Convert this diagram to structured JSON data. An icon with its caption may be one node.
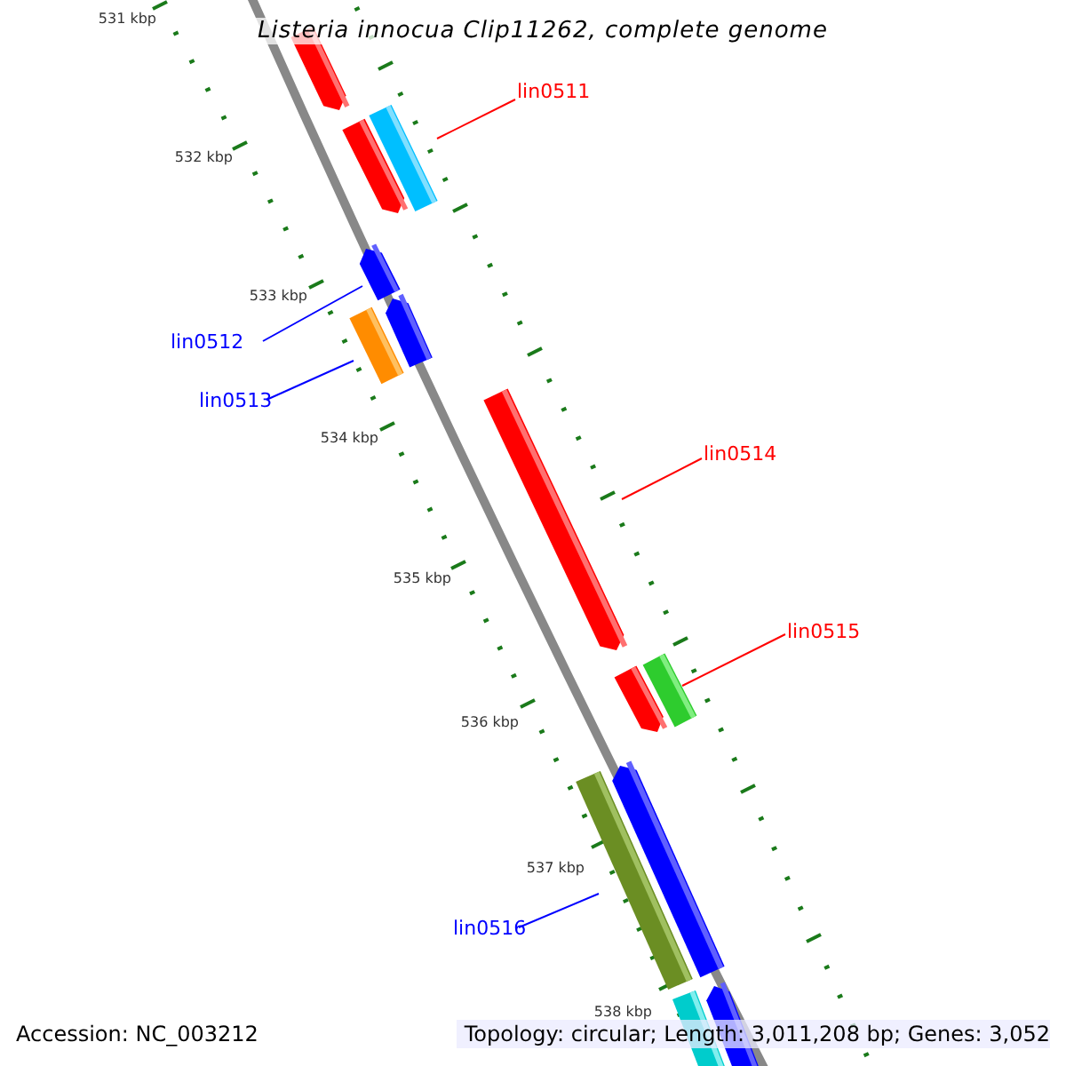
{
  "diagram": {
    "title": "Listeria innocua Clip11262, complete genome",
    "nodes": [
      {
        "text": [],
        "shape": "arrow"
      },
      {
        "text": [],
        "shape": "bar"
      },
      {
        "text": [],
        "shape": "arrow"
      },
      {
        "text": [],
        "shape": "arrow"
      },
      {
        "text": [],
        "shape": "arrow"
      },
      {
        "text": [],
        "shape": "bar"
      },
      {
        "text": [],
        "shape": "arrow"
      },
      {
        "text": [],
        "shape": "bar"
      },
      {
        "text": [],
        "shape": "arrow"
      },
      {
        "text": [],
        "shape": "arrow"
      },
      {
        "text": [],
        "shape": "bar"
      },
      {
        "text": [],
        "shape": "arrow"
      },
      {
        "text": [],
        "shape": "bar"
      },
      {
        "text": [
          "lin0511"
        ]
      },
      {
        "text": [
          "lin0512"
        ]
      },
      {
        "text": [
          "lin0513"
        ]
      },
      {
        "text": [
          "lin0514"
        ]
      },
      {
        "text": [
          "lin0515"
        ]
      },
      {
        "text": [
          "lin0516"
        ]
      }
    ],
    "edges": [
      {
        "from": 13,
        "to": 1,
        "arrow": "none",
        "color": "#ff0000"
      },
      {
        "from": 14,
        "to": 3,
        "arrow": "none",
        "color": "#0000ff"
      },
      {
        "from": 15,
        "to": 5,
        "arrow": "none",
        "color": "#0000ff"
      },
      {
        "from": 16,
        "to": 6,
        "arrow": "none",
        "color": "#ff0000"
      },
      {
        "from": 17,
        "to": 7,
        "arrow": "none",
        "color": "#ff0000"
      },
      {
        "from": 18,
        "to": 10,
        "arrow": "none",
        "color": "#0000ff"
      }
    ],
    "labels": [
      "531 kbp",
      "532 kbp",
      "533 kbp",
      "534 kbp",
      "535 kbp",
      "536 kbp",
      "537 kbp",
      "538 kbp",
      "Accession: NC_003212",
      "Topology: circular; Length: 3,011,208 bp; Genes: 3,052"
    ]
  }
}
